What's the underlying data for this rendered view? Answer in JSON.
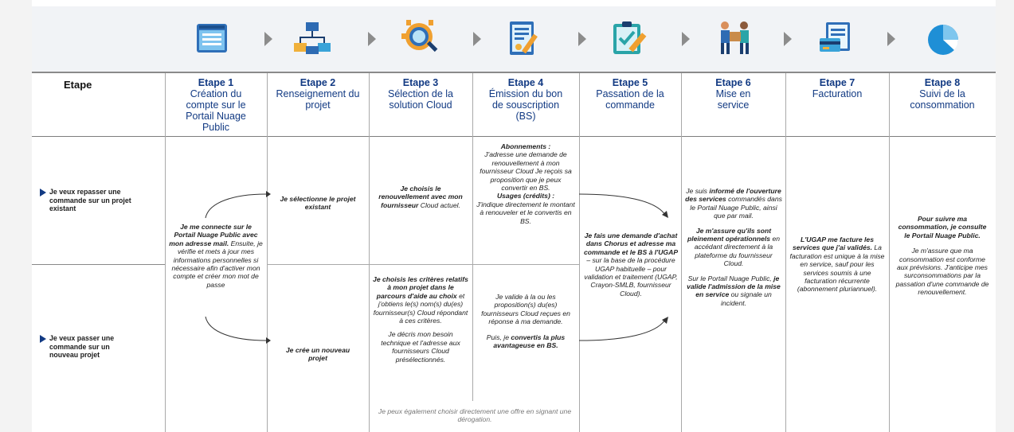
{
  "header_label": "Etape",
  "steps": [
    {
      "num": "Etape 1",
      "title": "Création du compte sur le Portail Nuage Public",
      "icon": "browser-window-icon"
    },
    {
      "num": "Etape 2",
      "title": "Renseignement du projet",
      "icon": "hierarchy-org-chart-icon"
    },
    {
      "num": "Etape 3",
      "title": "Sélection de la solution Cloud",
      "icon": "gear-magnifier-icon"
    },
    {
      "num": "Etape 4",
      "title": "Émission du bon de souscription (BS)",
      "icon": "signed-document-icon"
    },
    {
      "num": "Etape 5",
      "title": "Passation de la commande",
      "icon": "clipboard-pen-icon"
    },
    {
      "num": "Etape 6",
      "title": "Mise en service",
      "icon": "delivery-person-icon"
    },
    {
      "num": "Etape 7",
      "title": "Facturation",
      "icon": "invoice-card-icon"
    },
    {
      "num": "Etape 8",
      "title": "Suivi de la consommation",
      "icon": "pie-chart-icon"
    }
  ],
  "rows": {
    "renew": "Je veux repasser une commande sur un projet existant",
    "new": "Je veux passer une commande sur un nouveau projet"
  },
  "cells": {
    "s1_a": "Je me connecte sur le Portail Nuage Public avec mon adresse mail.",
    "s1_b": "Ensuite, je vérifie et mets à jour mes informations personnelles si nécessaire afin d'activer mon compte et créer mon mot de passe",
    "s2_renew": "Je sélectionne le projet existant",
    "s2_new": "Je crée un nouveau projet",
    "s3_renew_a": "Je choisis le renouvellement avec mon fournisseur",
    "s3_renew_b": "Cloud actuel.",
    "s3_new_1a": "Je choisis les critères relatifs à mon projet dans le parcours d'aide au choix",
    "s3_new_1b": "et j'obtiens le(s) nom(s) du(es) fournisseur(s) Cloud répondant à ces critères.",
    "s3_new_2": "Je décris mon besoin technique et l'adresse aux fournisseurs Cloud présélectionnés.",
    "s3_4_footer": "Je peux également choisir directement une offre en signant une dérogation.",
    "s4_abo_title": "Abonnements :",
    "s4_abo": "J'adresse une demande de renouvellement à mon fournisseur Cloud Je reçois sa proposition que je peux convertir en BS.",
    "s4_usage_title": "Usages (crédits) :",
    "s4_usage": "J'indique directement le montant à renouveler et le convertis en BS.",
    "s4_new_1": "Je valide à la ou les proposition(s) du(es) fournisseurs Cloud reçues en réponse à ma demande.",
    "s4_new_2a": "Puis, je",
    "s4_new_2b": "convertis la plus avantageuse en BS.",
    "s5_a": "Je fais une demande d'achat dans Chorus et adresse ma commande et le BS à l'UGAP",
    "s5_b": "– sur la base de la procédure UGAP habituelle – pour validation et traitement (UGAP, Crayon-SMLB, fournisseur Cloud).",
    "s6_1a": "Je suis",
    "s6_1b": "informé de l'ouverture des services",
    "s6_1c": "commandés dans le Portail Nuage Public, ainsi que par mail.",
    "s6_2a": "Je m'assure qu'ils sont pleinement opérationnels",
    "s6_2b": "en accédant directement à la plateforme du fournisseur Cloud.",
    "s6_3a": "Sur le Portail Nuage Public,",
    "s6_3b": "je valide l'admission de la mise en service",
    "s6_3c": "ou signale un incident.",
    "s7_a": "L'UGAP me facture les services que j'ai validés.",
    "s7_b": "La facturation est unique à la mise en service, sauf pour les services soumis à une facturation récurrente (abonnement pluriannuel).",
    "s8_a": "Pour suivre ma consommation, je consulte le Portail Nuage Public.",
    "s8_b": "Je m'assure que ma consommation est conforme aux prévisions. J'anticipe mes surconsommations par la passation d'une commande de renouvellement."
  },
  "colors": {
    "heading_blue": "#123a83",
    "band_bg": "#f1f3f6",
    "arrow_grey": "#8c8c8c"
  }
}
